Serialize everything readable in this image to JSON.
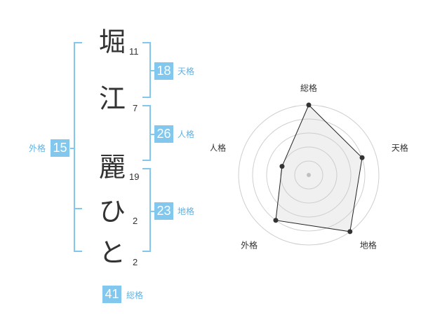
{
  "name_chars": [
    {
      "char": "堀",
      "strokes": "11"
    },
    {
      "char": "江",
      "strokes": "7"
    },
    {
      "char": "麗",
      "strokes": "19"
    },
    {
      "char": "ひ",
      "strokes": "2"
    },
    {
      "char": "と",
      "strokes": "2"
    }
  ],
  "fortunes": {
    "tenkaku": {
      "value": "18",
      "label": "天格"
    },
    "jinkaku": {
      "value": "26",
      "label": "人格"
    },
    "chikaku": {
      "value": "23",
      "label": "地格"
    },
    "gaikaku": {
      "value": "15",
      "label": "外格"
    },
    "soukaku": {
      "value": "41",
      "label": "総格"
    }
  },
  "colors": {
    "accent": "#82c8ee",
    "label": "#5fb3e3",
    "text": "#333333"
  },
  "chart_data": {
    "type": "radar",
    "axes": [
      "総格",
      "天格",
      "地格",
      "外格",
      "人格"
    ],
    "values": [
      5,
      4,
      5,
      4,
      2
    ],
    "rmax": 5,
    "rings": 5
  }
}
